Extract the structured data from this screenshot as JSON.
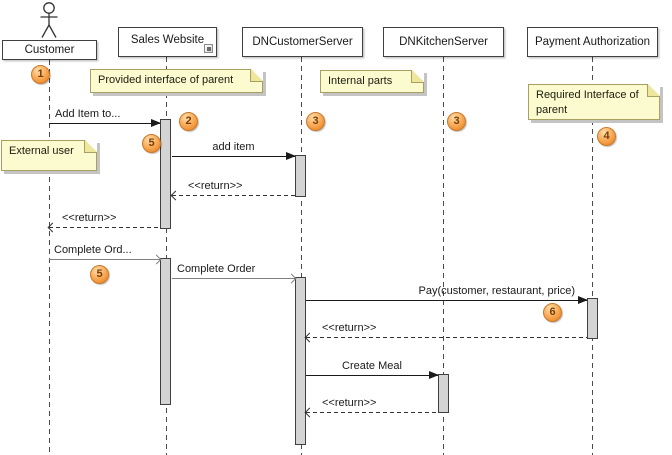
{
  "lifelines": [
    {
      "name": "Customer",
      "kind": "actor"
    },
    {
      "name": "Sales Website",
      "kind": "object",
      "decorator": "reference-icon"
    },
    {
      "name": "DNCustomerServer",
      "kind": "object"
    },
    {
      "name": "DNKitchenServer",
      "kind": "object"
    },
    {
      "name": "Payment Authorization",
      "kind": "object"
    }
  ],
  "notes": [
    {
      "text": "Provided interface of parent"
    },
    {
      "text": "Internal parts"
    },
    {
      "text": "Required Interface of parent"
    },
    {
      "text": "External user"
    }
  ],
  "badges": [
    "1",
    "2",
    "3",
    "3",
    "4",
    "5",
    "5",
    "6"
  ],
  "messages": [
    {
      "label": "Add Item to...",
      "kind": "sync"
    },
    {
      "label": "add item",
      "kind": "sync"
    },
    {
      "label": "<<return>>",
      "kind": "return"
    },
    {
      "label": "<<return>>",
      "kind": "return"
    },
    {
      "label": "Complete Ord...",
      "kind": "async"
    },
    {
      "label": "Complete Order",
      "kind": "async"
    },
    {
      "label": "Pay(customer, restaurant, price)",
      "kind": "sync"
    },
    {
      "label": "<<return>>",
      "kind": "return"
    },
    {
      "label": "Create Meal",
      "kind": "sync"
    },
    {
      "label": "<<return>>",
      "kind": "return"
    }
  ],
  "colors": {
    "note_background": "#FBFBCF",
    "note_border": "#A8A060",
    "badge_fill": "#EF9033",
    "badge_border": "#C8782A",
    "activation_fill": "#D4D4D4",
    "sync_message": "#1A1A1A",
    "async_message": "#808080",
    "lifeline": "#4A4A4A"
  }
}
